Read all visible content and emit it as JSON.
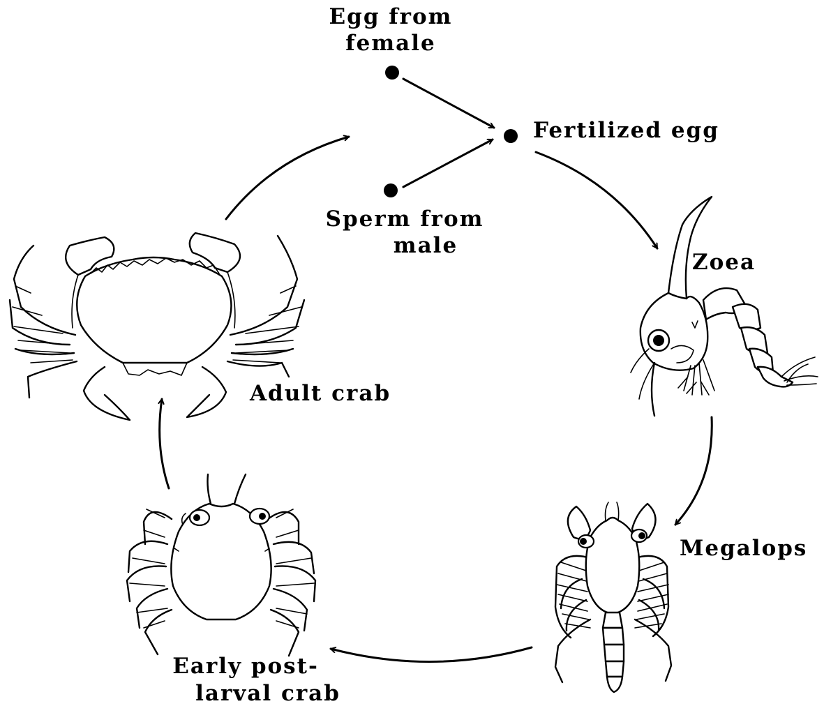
{
  "diagram": {
    "labels": {
      "egg_line1": "Egg from",
      "egg_line2": "female",
      "sperm_line1": "Sperm from",
      "sperm_line2": "male",
      "fertilized": "Fertilized egg",
      "zoea": "Zoea",
      "megalops": "Megalops",
      "postlarval_line1": "Early post-",
      "postlarval_line2": "larval crab",
      "adult": "Adult crab"
    }
  }
}
